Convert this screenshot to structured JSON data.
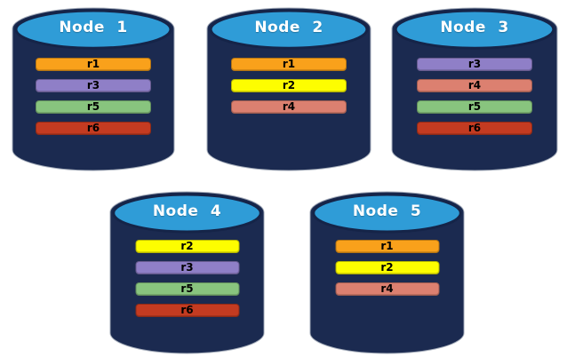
{
  "diagram": {
    "kind": "database-nodes-diagram",
    "node_icon": "database-cylinder-icon"
  },
  "cylinder": {
    "body_color": "#1B2A50",
    "outline_color": "#A6AEBB",
    "top_color": "#2F9CD7",
    "top_stroke_color": "#152448",
    "title_color": "#FFFFFF"
  },
  "region_colors": {
    "r1": "#F9A11B",
    "r2": "#FDFD00",
    "r3": "#8F7FC7",
    "r4": "#DC8070",
    "r5": "#88C47E",
    "r6": "#C43B21"
  },
  "nodes": [
    {
      "label": "Node 1",
      "regions": [
        "r1",
        "r3",
        "r5",
        "r6"
      ]
    },
    {
      "label": "Node 2",
      "regions": [
        "r1",
        "r2",
        "r4"
      ]
    },
    {
      "label": "Node 3",
      "regions": [
        "r3",
        "r4",
        "r5",
        "r6"
      ]
    },
    {
      "label": "Node 4",
      "regions": [
        "r2",
        "r3",
        "r5",
        "r6"
      ]
    },
    {
      "label": "Node 5",
      "regions": [
        "r1",
        "r2",
        "r4"
      ]
    }
  ]
}
